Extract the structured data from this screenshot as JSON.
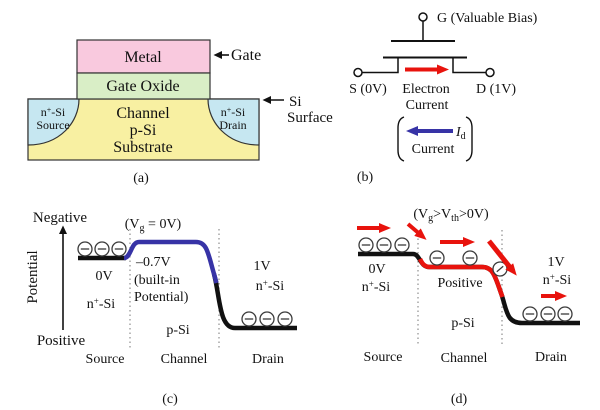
{
  "colors": {
    "metal_pink": "#f9c9de",
    "oxide_green": "#d9eec6",
    "substrate_yellow": "#f8f0a2",
    "nsi_blue": "#c6e7f1",
    "red": "#e8130d",
    "blue": "#3733a6",
    "black": "#111111"
  },
  "frag": {
    "n": "n",
    "plus": "+",
    "si": "-Si"
  },
  "panel_a": {
    "caption": "(a)",
    "metal": "Metal",
    "gate_oxide": "Gate Oxide",
    "channel": "Channel",
    "p_si": "p-Si",
    "substrate": "Substrate",
    "source": "Source",
    "drain": "Drain",
    "gate_pointer": "Gate",
    "si_surface_line1": "Si",
    "si_surface_line2": "Surface"
  },
  "panel_b": {
    "caption": "(b)",
    "gate_terminal": "G (Valuable Bias)",
    "source_terminal": "S (0V)",
    "drain_terminal": "D (1V)",
    "electron_current_line1": "Electron",
    "electron_current_line2": "Current",
    "id": {
      "sym": "I",
      "sub": "d"
    },
    "id_current": "Current"
  },
  "panel_c": {
    "caption": "(c)",
    "condition": {
      "pre": "(V",
      "sub": "g",
      "post": " = 0V)"
    },
    "axis_top": "Negative",
    "axis_label": "Potential",
    "axis_bottom": "Positive",
    "source_voltage": "0V",
    "channel_voltage": "–0.7V",
    "builtin_line1": "(built-in",
    "builtin_line2": "Potential)",
    "p_si": "p-Si",
    "drain_voltage": "1V",
    "region_source": "Source",
    "region_channel": "Channel",
    "region_drain": "Drain"
  },
  "panel_d": {
    "caption": "(d)",
    "condition": {
      "p1": "(V",
      "s1": "g",
      "p2": ">V",
      "s2": "th",
      "p3": ">0V)"
    },
    "source_voltage": "0V",
    "channel_label": "Positive",
    "p_si": "p-Si",
    "drain_voltage": "1V",
    "region_source": "Source",
    "region_channel": "Channel",
    "region_drain": "Drain"
  }
}
